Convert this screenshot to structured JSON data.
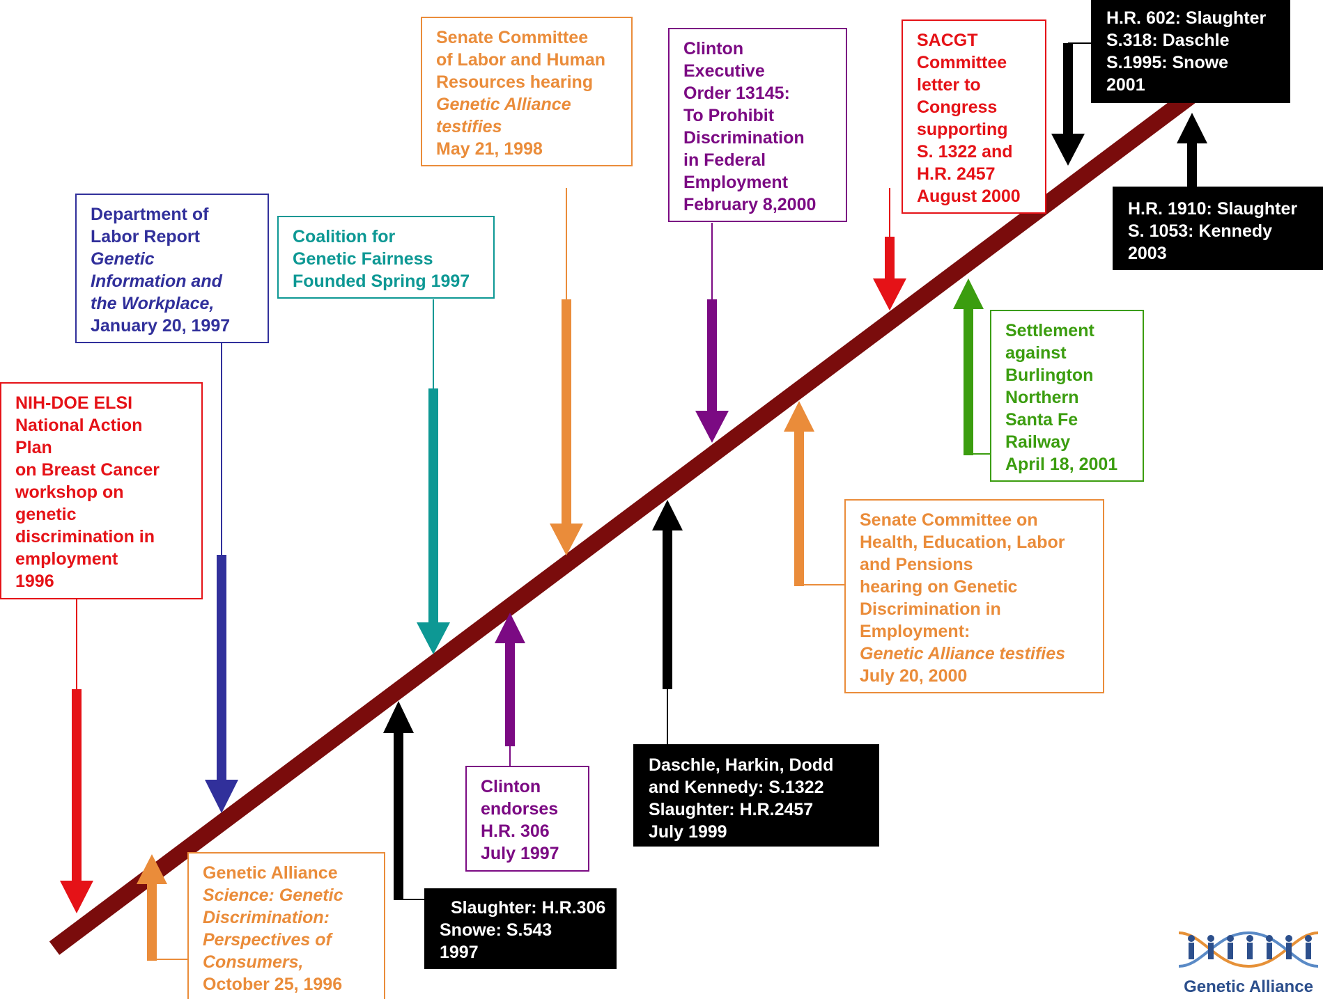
{
  "colors": {
    "timeline": "#7a0c0c",
    "red": "#e51217",
    "navy": "#31309b",
    "teal": "#0d9894",
    "orange": "#ea8c3a",
    "purple": "#7b0a83",
    "green": "#3b9d0f",
    "black": "#000000",
    "logo_blue": "#2c4f8c"
  },
  "events": {
    "nih": {
      "lines": [
        "NIH-DOE ELSI",
        "National Action",
        "Plan",
        "on Breast Cancer",
        "workshop on",
        "genetic",
        "discrimination in",
        "employment",
        "1996"
      ]
    },
    "dol": {
      "lines": [
        "Department of",
        "Labor Report",
        "Genetic",
        "Information and",
        "the Workplace,",
        "January 20, 1997"
      ]
    },
    "cgf": {
      "lines": [
        "Coalition for",
        "Genetic Fairness",
        "Founded Spring 1997"
      ]
    },
    "senate1998": {
      "lines": [
        "Senate Committee",
        "of Labor and Human",
        "Resources hearing",
        "Genetic Alliance",
        "testifies",
        "May 21, 1998"
      ]
    },
    "clinton_eo": {
      "lines": [
        "Clinton",
        "Executive",
        "Order 13145:",
        "To Prohibit",
        "Discrimination",
        "in Federal",
        "Employment",
        "February 8,2000"
      ]
    },
    "sacgt": {
      "lines": [
        "SACGT",
        "Committee",
        "letter to",
        "Congress",
        "supporting",
        "S. 1322 and",
        "H.R. 2457",
        "August 2000"
      ]
    },
    "hr602": {
      "lines": [
        "H.R. 602: Slaughter",
        "S.318: Daschle",
        "S.1995: Snowe",
        "2001"
      ]
    },
    "hr1910": {
      "lines": [
        "H.R. 1910: Slaughter",
        "S. 1053: Kennedy",
        "2003"
      ]
    },
    "settlement": {
      "lines": [
        "Settlement",
        "against",
        "Burlington",
        "Northern",
        "Santa Fe",
        "Railway",
        "April 18, 2001"
      ]
    },
    "senate2000": {
      "lines": [
        "Senate Committee on",
        "Health, Education, Labor",
        "and Pensions",
        "hearing on Genetic",
        "Discrimination in",
        "Employment:",
        "Genetic Alliance testifies",
        "July 20, 2000"
      ]
    },
    "daschle": {
      "lines": [
        "Daschle, Harkin, Dodd",
        "and Kennedy: S.1322",
        "Slaughter: H.R.2457",
        "July 1999"
      ]
    },
    "clinton_endorses": {
      "lines": [
        "Clinton",
        "endorses",
        "H.R. 306",
        "July 1997"
      ]
    },
    "slaughter": {
      "lines": [
        "Slaughter: H.R.306",
        "Snowe: S.543",
        "1997"
      ]
    },
    "ga_science": {
      "lines": [
        "Genetic Alliance",
        "Science: Genetic",
        "Discrimination:",
        "Perspectives of",
        "Consumers,",
        "October 25, 1996"
      ]
    }
  },
  "logo": {
    "text": "Genetic Alliance",
    "icon": "dna-people-icon"
  }
}
